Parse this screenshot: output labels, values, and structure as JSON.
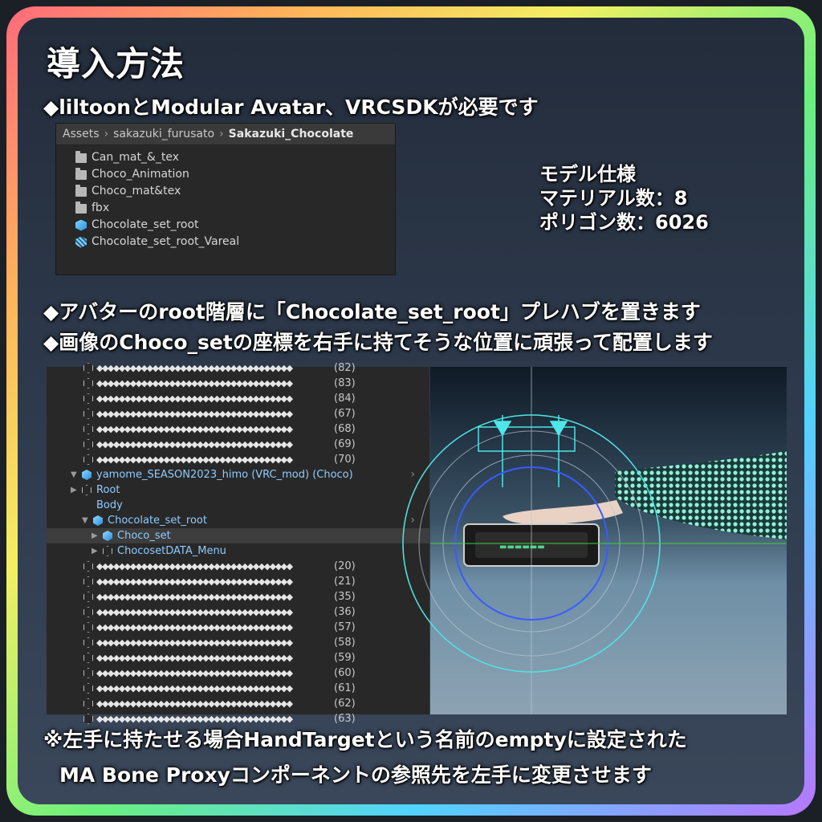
{
  "title": "導入方法",
  "line1": "◆liltoonとModular Avatar、VRCSDKが必要です",
  "spec": {
    "heading": "モデル仕様",
    "materials": "マテリアル数：8",
    "polygons": "ポリゴン数：6026"
  },
  "line2": "◆アバターのroot階層に「Chocolate_set_root」プレハブを置きます",
  "line3": "◆画像のChoco_setの座標を右手に持てそうな位置に頑張って配置します",
  "note1": "※左手に持たせる場合HandTargetという名前のemptyに設定された",
  "note2": "MA  Bone Proxyコンポーネントの参照先を左手に変更させます",
  "project": {
    "breadcrumb": [
      "Assets",
      "sakazuki_furusato",
      "Sakazuki_Chocolate"
    ],
    "items": [
      {
        "label": "Can_mat_&_tex",
        "icon": "folder-icon"
      },
      {
        "label": "Choco_Animation",
        "icon": "folder-icon"
      },
      {
        "label": "Choco_mat&tex",
        "icon": "folder-icon"
      },
      {
        "label": "fbx",
        "icon": "folder-icon"
      },
      {
        "label": "Chocolate_set_root",
        "icon": "prefab-icon"
      },
      {
        "label": "Chocolate_set_root_Vareal",
        "icon": "prefab-variant-icon"
      }
    ]
  },
  "hierarchy": {
    "rows": [
      {
        "label": "◆◆◆◆◆◆◆◆◆◆◆◆◆◆◆◆◆◆◆◆◆◆◆◆◆◆◆◆◆◆◆◆◆◆◆",
        "num": "(82)"
      },
      {
        "label": "◆◆◆◆◆◆◆◆◆◆◆◆◆◆◆◆◆◆◆◆◆◆◆◆◆◆◆◆◆◆◆◆◆◆◆",
        "num": "(83)"
      },
      {
        "label": "◆◆◆◆◆◆◆◆◆◆◆◆◆◆◆◆◆◆◆◆◆◆◆◆◆◆◆◆◆◆◆◆◆◆◆",
        "num": "(84)"
      },
      {
        "label": "◆◆◆◆◆◆◆◆◆◆◆◆◆◆◆◆◆◆◆◆◆◆◆◆◆◆◆◆◆◆◆◆◆◆◆",
        "num": "(67)"
      },
      {
        "label": "◆◆◆◆◆◆◆◆◆◆◆◆◆◆◆◆◆◆◆◆◆◆◆◆◆◆◆◆◆◆◆◆◆◆◆",
        "num": "(68)"
      },
      {
        "label": "◆◆◆◆◆◆◆◆◆◆◆◆◆◆◆◆◆◆◆◆◆◆◆◆◆◆◆◆◆◆◆◆◆◆◆",
        "num": "(69)"
      },
      {
        "label": "◆◆◆◆◆◆◆◆◆◆◆◆◆◆◆◆◆◆◆◆◆◆◆◆◆◆◆◆◆◆◆◆◆◆◆",
        "num": "(70)"
      },
      {
        "label": "yamome_SEASON2023_himo (VRC_mod) (Choco)",
        "num": ""
      },
      {
        "label": "Root",
        "num": ""
      },
      {
        "label": "Body",
        "num": ""
      },
      {
        "label": "Chocolate_set_root",
        "num": ""
      },
      {
        "label": "Choco_set",
        "num": ""
      },
      {
        "label": "ChocosetDATA_Menu",
        "num": ""
      },
      {
        "label": "◆◆◆◆◆◆◆◆◆◆◆◆◆◆◆◆◆◆◆◆◆◆◆◆◆◆◆◆◆◆◆◆◆◆◆",
        "num": "(20)"
      },
      {
        "label": "◆◆◆◆◆◆◆◆◆◆◆◆◆◆◆◆◆◆◆◆◆◆◆◆◆◆◆◆◆◆◆◆◆◆◆",
        "num": "(21)"
      },
      {
        "label": "◆◆◆◆◆◆◆◆◆◆◆◆◆◆◆◆◆◆◆◆◆◆◆◆◆◆◆◆◆◆◆◆◆◆◆",
        "num": "(35)"
      },
      {
        "label": "◆◆◆◆◆◆◆◆◆◆◆◆◆◆◆◆◆◆◆◆◆◆◆◆◆◆◆◆◆◆◆◆◆◆◆",
        "num": "(36)"
      },
      {
        "label": "◆◆◆◆◆◆◆◆◆◆◆◆◆◆◆◆◆◆◆◆◆◆◆◆◆◆◆◆◆◆◆◆◆◆◆",
        "num": "(57)"
      },
      {
        "label": "◆◆◆◆◆◆◆◆◆◆◆◆◆◆◆◆◆◆◆◆◆◆◆◆◆◆◆◆◆◆◆◆◆◆◆",
        "num": "(58)"
      },
      {
        "label": "◆◆◆◆◆◆◆◆◆◆◆◆◆◆◆◆◆◆◆◆◆◆◆◆◆◆◆◆◆◆◆◆◆◆◆",
        "num": "(59)"
      },
      {
        "label": "◆◆◆◆◆◆◆◆◆◆◆◆◆◆◆◆◆◆◆◆◆◆◆◆◆◆◆◆◆◆◆◆◆◆◆",
        "num": "(60)"
      },
      {
        "label": "◆◆◆◆◆◆◆◆◆◆◆◆◆◆◆◆◆◆◆◆◆◆◆◆◆◆◆◆◆◆◆◆◆◆◆",
        "num": "(61)"
      },
      {
        "label": "◆◆◆◆◆◆◆◆◆◆◆◆◆◆◆◆◆◆◆◆◆◆◆◆◆◆◆◆◆◆◆◆◆◆◆",
        "num": "(62)"
      },
      {
        "label": "◆◆◆◆◆◆◆◆◆◆◆◆◆◆◆◆◆◆◆◆◆◆◆◆◆◆◆◆◆◆◆◆◆◆◆",
        "num": "(63)"
      }
    ]
  },
  "colors": {
    "accent_text": "#8ecbff",
    "panel": "#282828",
    "cyan_gizmo": "#4ee6e6",
    "blue_gizmo": "#3b5bff"
  }
}
